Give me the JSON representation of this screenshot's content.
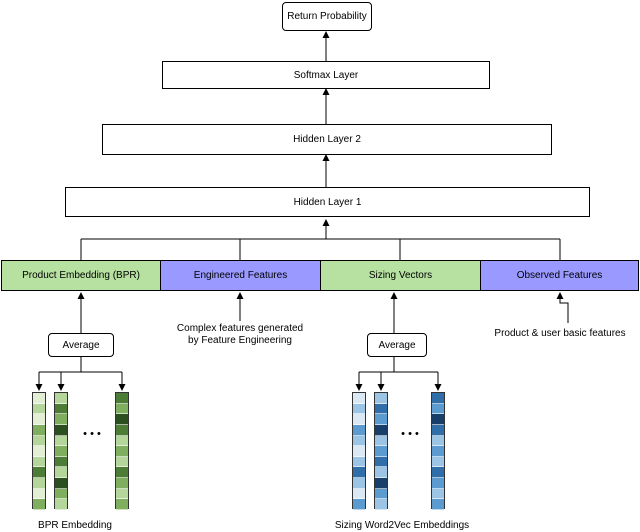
{
  "nodes": {
    "return_probability": "Return Probability",
    "softmax": "Softmax Layer",
    "hidden2": "Hidden Layer 2",
    "hidden1": "Hidden Layer 1"
  },
  "inputs": {
    "product_embedding": "Product Embedding (BPR)",
    "engineered": "Engineered Features",
    "sizing_vectors": "Sizing Vectors",
    "observed": "Observed Features"
  },
  "averages": {
    "left": "Average",
    "right": "Average"
  },
  "notes": {
    "complex_line1": "Complex features generated",
    "complex_line2": "by Feature Engineering",
    "product_user": "Product & user basic features"
  },
  "embeddings": {
    "bpr_caption": "BPR Embedding",
    "w2v_caption": "Sizing Word2Vec Embeddings",
    "ellipsis": "• • •"
  },
  "colors": {
    "green_fill": "#b7e1a1",
    "purple_fill": "#9999ff",
    "bpr_palette": [
      "#e2efd5",
      "#b5d69a",
      "#7fae5e",
      "#4d7c36",
      "#2c4f1f"
    ],
    "w2v_palette": [
      "#dbe9f5",
      "#9cc4e4",
      "#5b9bd0",
      "#2f6ea8",
      "#173f69"
    ]
  }
}
